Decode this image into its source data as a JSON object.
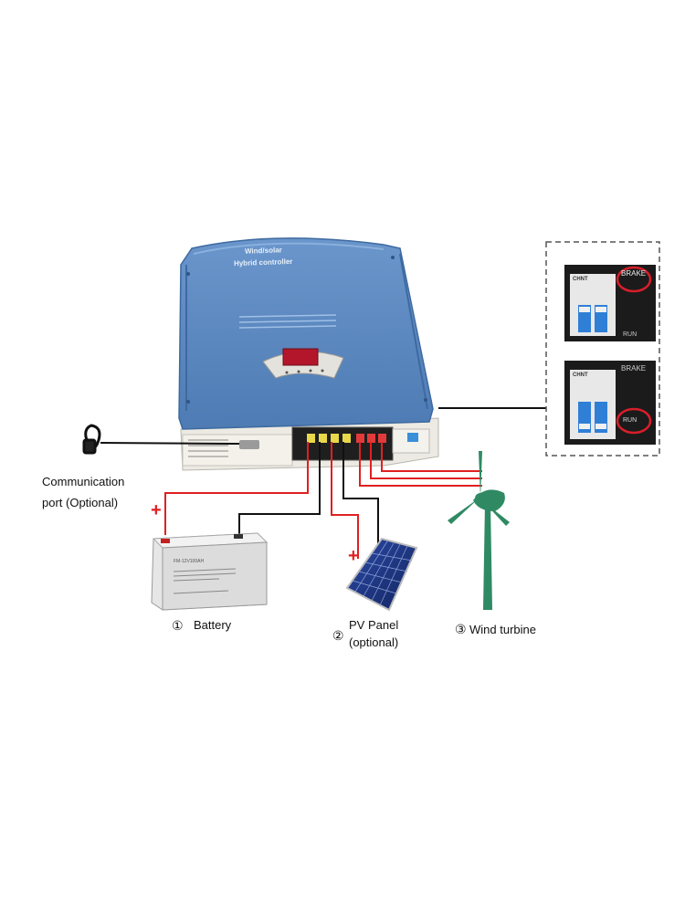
{
  "controller": {
    "title_line1": "Wind/solar",
    "title_line2": "Hybrid controller"
  },
  "labels": {
    "comm_line1": "Communication",
    "comm_line2": "port (Optional)",
    "battery_num": "①",
    "battery": "Battery",
    "battery_front_top": "FM-12V100AH",
    "pv_num": "②",
    "pv_line1": "PV Panel",
    "pv_line2": "(optional)",
    "wind_num": "③",
    "wind": "Wind turbine",
    "plus_battery": "+",
    "plus_pv": "+"
  },
  "breaker": {
    "brand": "CHNT",
    "brake": "BRAKE",
    "run": "RUN"
  },
  "colors": {
    "controller_blue": "#5b86bd",
    "wire_red": "#e02020",
    "wire_black": "#111111",
    "turbine_green": "#2f8a63",
    "highlight_red": "#d81e2a"
  }
}
